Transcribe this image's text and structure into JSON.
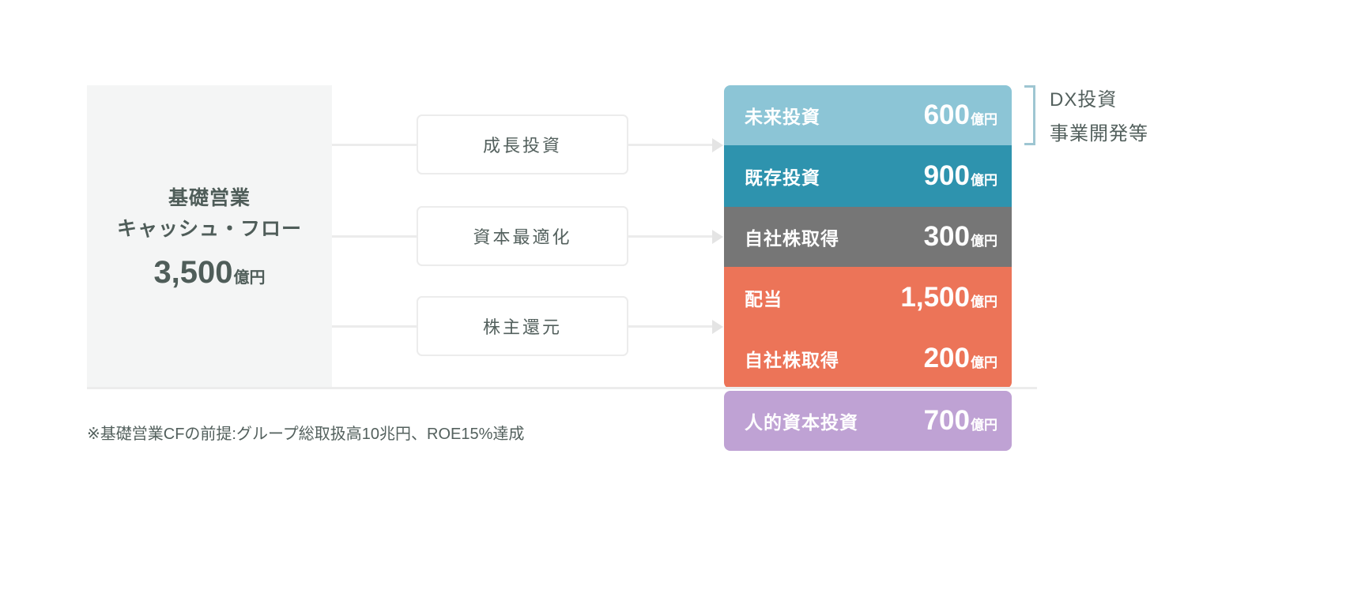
{
  "source_panel": {
    "title_line1": "基礎営業",
    "title_line2": "キャッシュ・フロー",
    "amount": "3,500",
    "unit": "億円",
    "bg_color": "#f4f5f5",
    "text_color": "#4f5d59"
  },
  "categories": [
    {
      "label": "成長投資"
    },
    {
      "label": "資本最適化"
    },
    {
      "label": "株主還元"
    }
  ],
  "bars": [
    {
      "name": "未来投資",
      "value": "600",
      "unit": "億円",
      "color": "#8cc5d6",
      "height": 76
    },
    {
      "name": "既存投資",
      "value": "900",
      "unit": "億円",
      "color": "#2e93ae",
      "height": 78
    },
    {
      "name": "自社株取得",
      "value": "300",
      "unit": "億円",
      "color": "#767676",
      "height": 76
    },
    {
      "name": "配当",
      "value": "1,500",
      "unit": "億円",
      "color": "#ec7458",
      "height": 77
    },
    {
      "name": "自社株取得",
      "value": "200",
      "unit": "億円",
      "color": "#ec7458",
      "height": 77
    },
    {
      "name": "人的資本投資",
      "value": "700",
      "unit": "億円",
      "color": "#bfa2d4",
      "height": 76
    }
  ],
  "annotation": {
    "line1": "DX投資",
    "line2": "事業開発等",
    "bracket_color": "#9ec6d2"
  },
  "footnote": "※基礎営業CFの前提:グループ総取扱高10兆円、ROE15%達成",
  "colors": {
    "line": "#ececec",
    "arrow": "#e4e4e4",
    "text": "#53605d"
  },
  "chart_data": {
    "type": "bar",
    "title": "基礎営業キャッシュ・フローの配分",
    "total": 3500,
    "unit": "億円",
    "categories": [
      "未来投資",
      "既存投資",
      "自社株取得",
      "配当",
      "自社株取得",
      "人的資本投資"
    ],
    "values": [
      600,
      900,
      300,
      1500,
      200,
      700
    ],
    "groups": [
      {
        "name": "成長投資",
        "items": [
          "未来投資",
          "既存投資"
        ],
        "values": [
          600,
          900
        ]
      },
      {
        "name": "資本最適化",
        "items": [
          "自社株取得"
        ],
        "values": [
          300
        ]
      },
      {
        "name": "株主還元",
        "items": [
          "配当",
          "自社株取得"
        ],
        "values": [
          1500,
          200
        ]
      },
      {
        "name": "人的資本投資",
        "items": [
          "人的資本投資"
        ],
        "values": [
          700
        ]
      }
    ],
    "annotations": [
      "DX投資",
      "事業開発等"
    ],
    "xlabel": "",
    "ylabel": "億円",
    "legend": "none",
    "grid": false
  }
}
